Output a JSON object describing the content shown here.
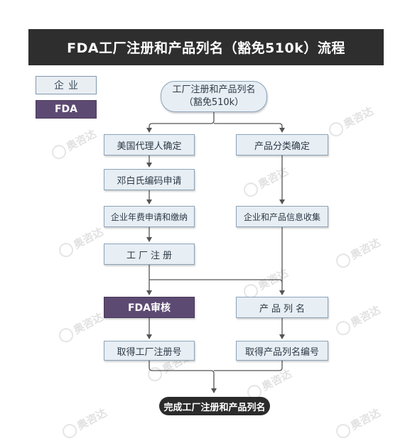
{
  "title": "FDA工厂注册和产品列名（豁免510k）流程",
  "legend": {
    "enterprise": "企业",
    "fda": "FDA"
  },
  "start": {
    "line1": "工厂注册和产品列名",
    "line2": "（豁免510k）"
  },
  "left": {
    "step1": "美国代理人确定",
    "step2": "邓白氏编码申请",
    "step3": "企业年费申请和缴纳",
    "step4": "工厂注册",
    "step5": "FDA审核",
    "step6": "取得工厂注册号"
  },
  "right": {
    "step1": "产品分类确定",
    "step2": "企业和产品信息收集",
    "step3": "产品列名",
    "step4": "取得产品列名编号"
  },
  "end": "完成工厂注册和产品列名",
  "watermark": "奥咨达",
  "colors": {
    "title_bg": "#2e2e2e",
    "fda_purple": "#5d4a72",
    "node_fill": "#e7eef4",
    "node_border": "#8aa3b8"
  }
}
